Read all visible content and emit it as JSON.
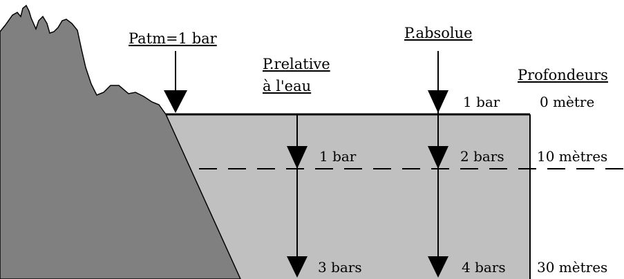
{
  "headers": {
    "patm": "Patm=1 bar",
    "relative_line1": "P.relative",
    "relative_line2": "à l'eau",
    "absolue": "P.absolue",
    "profondeurs": "Profondeurs"
  },
  "surface": {
    "absolute_value": "1 bar",
    "depth": "0 mètre"
  },
  "levels": [
    {
      "relative": "1 bar",
      "absolute": "2 bars",
      "depth": "10 mètres"
    },
    {
      "relative": "3 bars",
      "absolute": "4 bars",
      "depth": "30 mètres"
    }
  ],
  "colors": {
    "water": "#c0c0c0",
    "cliff": "#808080",
    "line": "#000000"
  }
}
